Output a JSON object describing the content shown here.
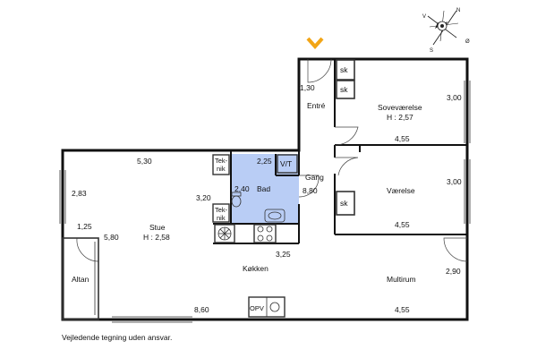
{
  "colors": {
    "wall": "#111111",
    "bath": "#b9cdf5",
    "entrance_marker": "#f2a516",
    "compass": "#1a1a1a"
  },
  "entrance_marker_icon": "entrance-chevron-icon",
  "compass": {
    "north": "N",
    "south": "S",
    "east": "Ø",
    "west": "V"
  },
  "rooms": {
    "entre": "Entré",
    "sovevaerelse": "Soveværelse",
    "sovevaerelse_height": "H : 2,57",
    "vaerelse": "Værelse",
    "gang": "Gang",
    "bad": "Bad",
    "stue": "Stue",
    "stue_height": "H : 2,58",
    "koekken": "Køkken",
    "multirum": "Multirum",
    "altan": "Altan"
  },
  "fixtures": {
    "sk_entre": "sk",
    "sk_gang": "sk",
    "sk_vaerelse": "sk",
    "vt": "V/T",
    "teknik_1": "Tek-",
    "teknik_1b": "nik",
    "teknik_2": "Tek-",
    "teknik_2b": "nik",
    "opv": "OPV"
  },
  "dimensions": {
    "entre_width": "1,30",
    "sove_depth": "3,00",
    "sove_width": "4,55",
    "stue_width": "5,30",
    "bad_width": "2,25",
    "bad_depth": "2,40",
    "stue_left": "2,83",
    "stue_right": "3,20",
    "gang_length": "8,80",
    "vaer_depth": "3,00",
    "vaer_width": "4,55",
    "altan_width": "1,25",
    "stue_total": "5,80",
    "koekken_depth": "3,25",
    "multi_depth": "2,90",
    "bottom_left": "8,60",
    "bottom_right": "4,55"
  },
  "disclaimer": "Vejledende tegning uden ansvar."
}
